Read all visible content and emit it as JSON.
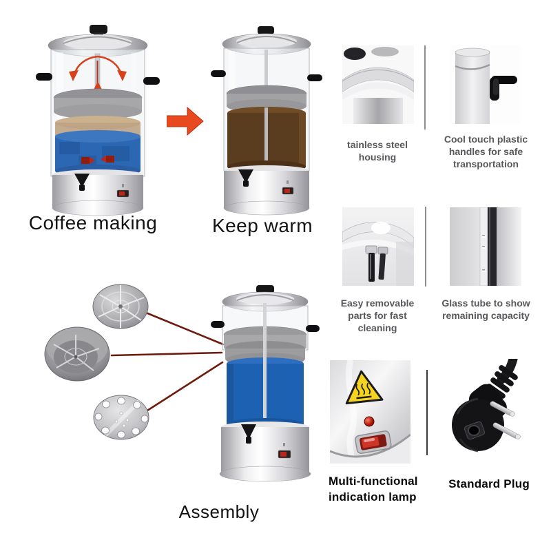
{
  "page": {
    "background": "#ffffff",
    "type": "product-feature-infographic",
    "product": "coffee percolator urn"
  },
  "labels": {
    "coffee_making": "Coffee making",
    "keep_warm": "Keep warm",
    "assembly": "Assembly"
  },
  "features": [
    {
      "caption": "tainless steel housing",
      "image": "stainless-steel-housing"
    },
    {
      "caption": "Cool touch plastic handles for safe transportation",
      "image": "cool-touch-plastic-handle"
    },
    {
      "caption": "Easy removable parts for fast cleaning",
      "image": "easy-removable-parts"
    },
    {
      "caption": "Glass tube to show remaining capacity",
      "image": "glass-level-tube"
    },
    {
      "caption": "Multi-functional indication lamp",
      "image": "indication-lamp"
    },
    {
      "caption": "Standard Plug",
      "image": "standard-plug"
    }
  ],
  "colors": {
    "arrow_orange": "#e8491f",
    "water_blue": "#2b67b2",
    "assembly_blue": "#1d61b2",
    "coffee_brown": "#5a3c1f",
    "grounds_tan": "#bda283",
    "connector_red": "#6e1b0e",
    "caption_gray": "#58585c",
    "label_black": "#131313",
    "warning_yellow": "#f4d41f",
    "lamp_red": "#b01608"
  }
}
